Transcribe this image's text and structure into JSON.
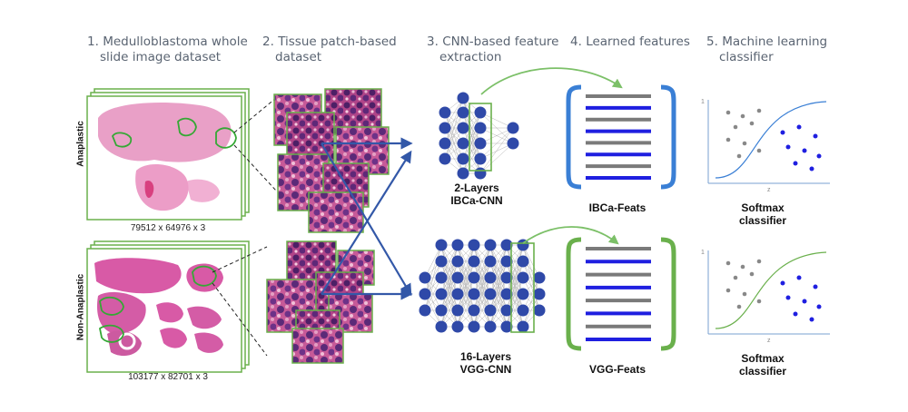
{
  "headers": [
    {
      "num": "1.",
      "line1": "Medulloblastoma whole",
      "line2": "slide image dataset"
    },
    {
      "num": "2.",
      "line1": "Tissue patch-based",
      "line2": "dataset"
    },
    {
      "num": "3.",
      "line1": "CNN-based feature",
      "line2": "extraction"
    },
    {
      "num": "4.",
      "line1": "Learned features",
      "line2": ""
    },
    {
      "num": "5.",
      "line1": "Machine learning",
      "line2": "classifier"
    }
  ],
  "classes": {
    "top": "Anaplastic",
    "bottom": "Non-Anaplastic"
  },
  "dimensions": {
    "top": "79512 x 64976 x 3",
    "bottom": "103177 x 82701 x 3"
  },
  "networks": {
    "ibca": {
      "line1": "2-Layers",
      "line2": "IBCa-CNN"
    },
    "vgg": {
      "line1": "16-Layers",
      "line2": "VGG-CNN"
    }
  },
  "features": {
    "ibca": "IBCa-Feats",
    "vgg": "VGG-Feats"
  },
  "classifier": {
    "line1": "Softmax",
    "line2": "classifier",
    "axis_y": "1",
    "axis_x": "z"
  },
  "colors": {
    "green": "#6ab04c",
    "blue_bracket": "#3a7fd5",
    "blue_arrow": "#3358a8",
    "stain": "#d06a9c"
  }
}
